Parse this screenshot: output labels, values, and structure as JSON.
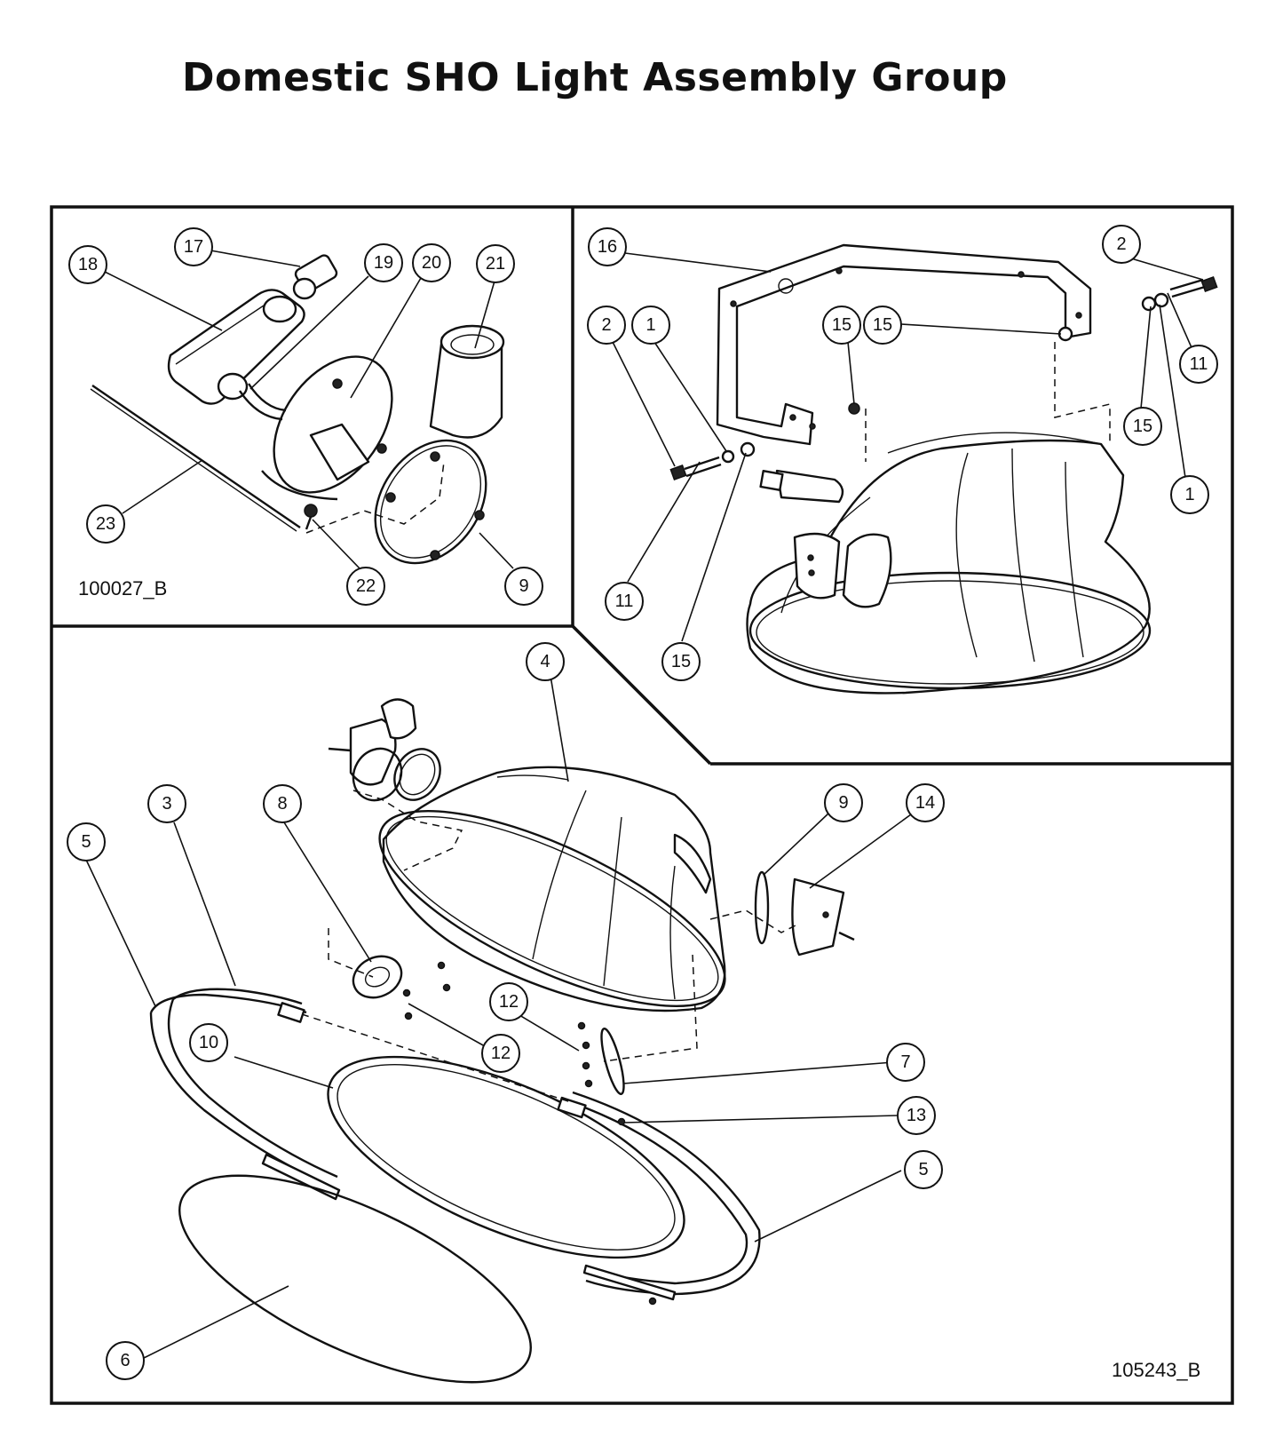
{
  "title": "Domestic SHO Light Assembly Group",
  "drawing_codes": {
    "inset_top_left": "100027_B",
    "main": "105243_B"
  },
  "callouts": {
    "tl_17": "17",
    "tl_18": "18",
    "tl_19": "19",
    "tl_20": "20",
    "tl_21": "21",
    "tl_23": "23",
    "tl_22": "22",
    "tl_9": "9",
    "tr_16": "16",
    "tr_2a": "2",
    "tr_1a": "1",
    "tr_15a": "15",
    "tr_15b": "15",
    "tr_2b": "2",
    "tr_11a": "11",
    "tr_15c": "15",
    "tr_1b": "1",
    "tr_11b": "11",
    "tr_15d": "15",
    "m_4": "4",
    "m_3": "3",
    "m_8": "8",
    "m_5a": "5",
    "m_9": "9",
    "m_14": "14",
    "m_12a": "12",
    "m_12b": "12",
    "m_10": "10",
    "m_7": "7",
    "m_13": "13",
    "m_5b": "5",
    "m_6": "6"
  }
}
